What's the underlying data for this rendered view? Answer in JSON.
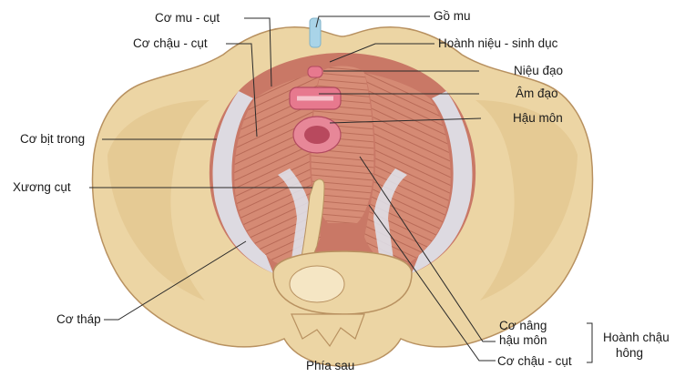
{
  "labels": {
    "pubic_symphysis": "Gồ mu",
    "pubococcygeus": "Cơ mu - cụt",
    "iliococcygeus_top": "Cơ chậu - cụt",
    "urogenital_diaphragm": "Hoành niệu - sinh dục",
    "urethra": "Niệu đạo",
    "vagina": "Âm đạo",
    "anus": "Hậu môn",
    "obturator_internus": "Cơ bịt trong",
    "coccyx": "Xương cụt",
    "piriformis": "Cơ tháp",
    "levator_ani_line1": "Cơ nâng",
    "levator_ani_line2": "hậu môn",
    "iliococcygeus_bottom": "Cơ chậu - cụt",
    "pelvic_diaphragm_line1": "Hoành chậu",
    "pelvic_diaphragm_line2": "hông",
    "posterior": "Phía sau"
  },
  "colors": {
    "bone": "#ecd5a4",
    "bone_shadow": "#c9a36a",
    "muscle": "#d58a74",
    "muscle_dark": "#b25a48",
    "fascia": "#dfe4ee",
    "orifice": "#e7798e",
    "leader": "#2a2a2a"
  }
}
